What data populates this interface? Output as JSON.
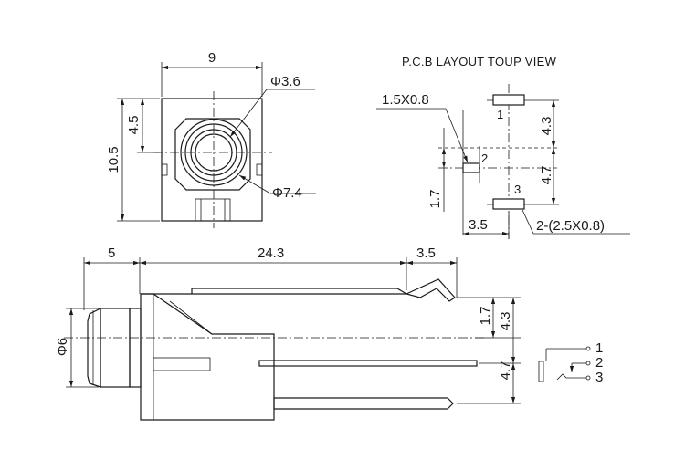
{
  "pcb_title": "P.C.B LAYOUT  TOUP VIEW",
  "front_view": {
    "width": "9",
    "height": "10.5",
    "center_height": "4.5",
    "hole_diameter": "Φ3.6",
    "outer_diameter": "Φ7.4"
  },
  "pcb_layout": {
    "pad_size": "1.5X0.8",
    "slot_size": "2-(2.5X0.8)",
    "dim_top": "4.3",
    "dim_bottom": "4.7",
    "dim_left": "1.7",
    "dim_width": "3.5",
    "pad_labels": [
      "1",
      "2",
      "3"
    ]
  },
  "side_view": {
    "front_length": "5",
    "body_length": "24.3",
    "pin_length": "3.5",
    "diameter": "Φ6",
    "dim_17": "1.7",
    "dim_43": "4.3",
    "dim_47": "4.7"
  },
  "schematic": {
    "labels": [
      "1",
      "2",
      "3"
    ]
  }
}
